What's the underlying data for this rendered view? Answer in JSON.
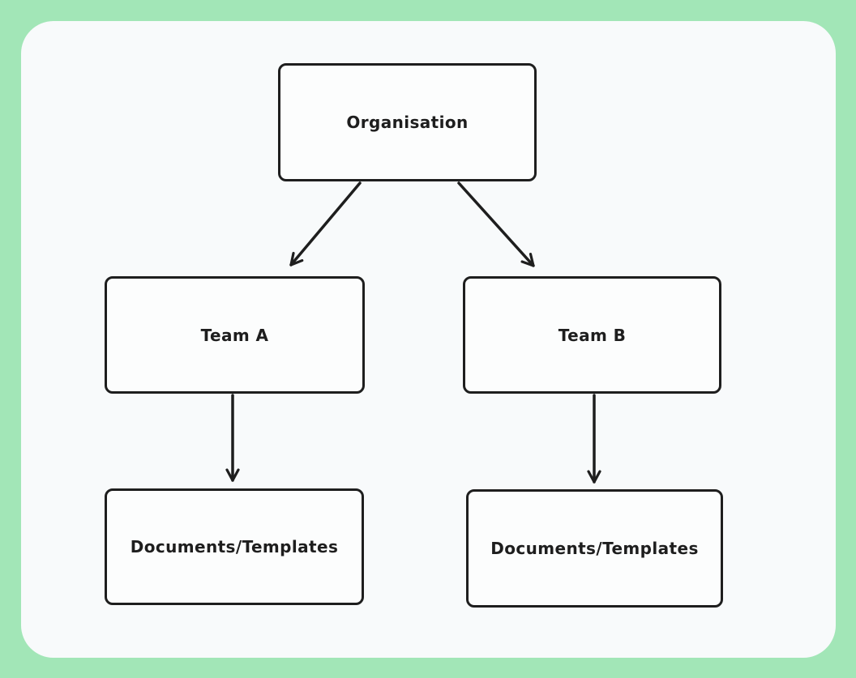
{
  "diagram": {
    "type": "flowchart",
    "nodes": [
      {
        "id": "organisation",
        "label": "Organisation"
      },
      {
        "id": "team-a",
        "label": "Team A"
      },
      {
        "id": "team-b",
        "label": "Team B"
      },
      {
        "id": "docs-a",
        "label": "Documents/Templates"
      },
      {
        "id": "docs-b",
        "label": "Documents/Templates"
      }
    ],
    "edges": [
      {
        "from": "organisation",
        "to": "team-a",
        "direction": "down-left",
        "arrowhead": "end"
      },
      {
        "from": "organisation",
        "to": "team-b",
        "direction": "down-right",
        "arrowhead": "end"
      },
      {
        "from": "team-a",
        "to": "docs-a",
        "direction": "down",
        "arrowhead": "end"
      },
      {
        "from": "team-b",
        "to": "docs-b",
        "direction": "down",
        "arrowhead": "end"
      }
    ]
  },
  "colors": {
    "page_background": "#a2e6b7",
    "canvas_background": "#f8fafb",
    "stroke": "#1e1e1e",
    "node_fill": "#fcfdfd"
  }
}
